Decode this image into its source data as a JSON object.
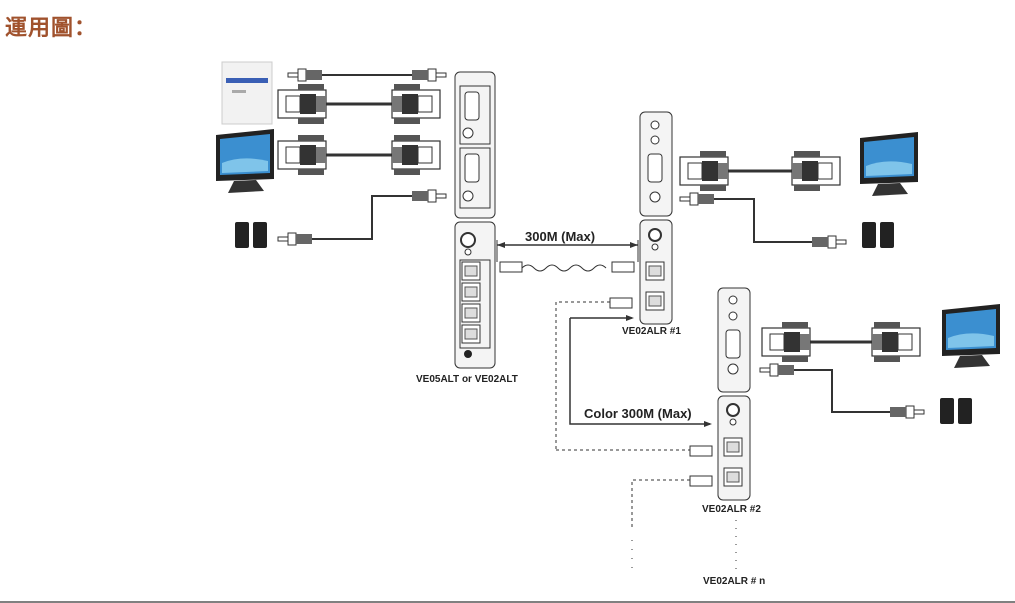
{
  "heading": "運用圖：",
  "diagram": {
    "transmitter_label": "VE05ALT or VE02ALT",
    "receivers": [
      {
        "label": "VE02ALR #1"
      },
      {
        "label": "VE02ALR #2"
      },
      {
        "label": "VE02ALR # n"
      }
    ],
    "distance_labels": {
      "first": "300M (Max)",
      "second": "Color 300M (Max)"
    },
    "source_devices": [
      "computer",
      "monitor",
      "speakers"
    ],
    "receiver_devices": [
      "monitor",
      "speakers"
    ],
    "colors": {
      "heading": "#a0522d",
      "line": "#333333",
      "panel": "#f4f4f4",
      "screen": "#2f7fc0"
    }
  }
}
